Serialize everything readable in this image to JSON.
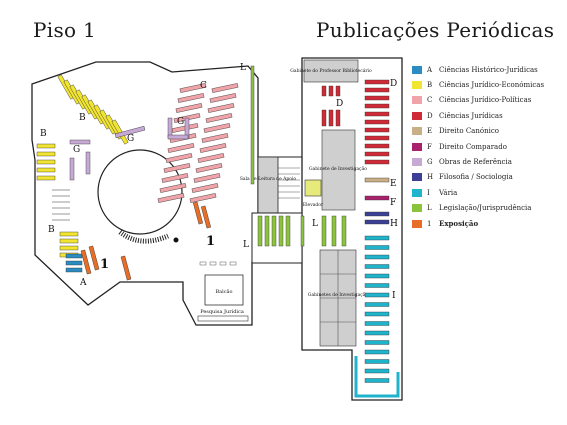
{
  "titles": {
    "left": "Piso 1",
    "right": "Publicações Periódicas"
  },
  "legend": [
    {
      "letter": "A",
      "label": "Ciências Histórico-Jurídicas",
      "color": "#2a8cc0"
    },
    {
      "letter": "B",
      "label": "Ciências Jurídico-Económicas",
      "color": "#f1e532"
    },
    {
      "letter": "C",
      "label": "Ciências Jurídico-Políticas",
      "color": "#f0a3a9"
    },
    {
      "letter": "D",
      "label": "Ciências Jurídicas",
      "color": "#cf2a36"
    },
    {
      "letter": "E",
      "label": "Direito Canónico",
      "color": "#c9ae86"
    },
    {
      "letter": "F",
      "label": "Direito Comparado",
      "color": "#a9216c"
    },
    {
      "letter": "G",
      "label": "Obras de Referência",
      "color": "#c6a9d4"
    },
    {
      "letter": "H",
      "label": "Filosofia / Sociologia",
      "color": "#3c3f93"
    },
    {
      "letter": "I",
      "label": "Vária",
      "color": "#1fb3cc"
    },
    {
      "letter": "L",
      "label": "Legislação/Jurisprudência",
      "color": "#8cc33d"
    },
    {
      "letter": "1",
      "label": "Exposição",
      "color": "#e86d26"
    }
  ],
  "rooms": {
    "gabinete_professor": "Gabinete do Professor Bibliotecário",
    "gabinete_investigacao": "Gabinete de Investigação",
    "sala_leitura": "Sala de Leitura de Apoio",
    "elevador": "Elevador",
    "balcao": "Balcão",
    "pesquisa": "Pesquisa Jurídica",
    "gabinetes_investigacao": "Gabinetes de Investigação"
  },
  "zone_labels": {
    "a": "A",
    "b1": "B",
    "b2": "B",
    "b3": "B",
    "c": "C",
    "d1": "D",
    "d2": "D",
    "e": "E",
    "f": "F",
    "g1": "G",
    "g2": "G",
    "g3": "G",
    "h": "H",
    "i": "I",
    "l1": "L",
    "l2": "L",
    "l3": "L",
    "x1": "1",
    "x2": "1"
  }
}
